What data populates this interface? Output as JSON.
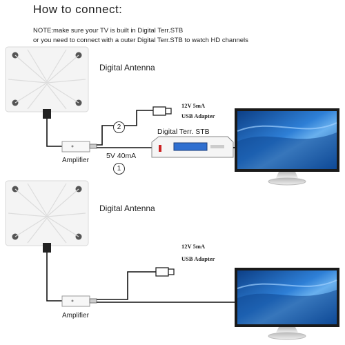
{
  "heading": "How to connect:",
  "notes": [
    "NOTE:make sure your TV is built in Digital Terr.STB",
    "or you need to connect with a outer Digital Terr.STB  to watch HD channels"
  ],
  "diagram1": {
    "antenna_label": "Digital Antenna",
    "usb_adapter_line1": "12V 5mA",
    "usb_adapter_line2": "USB Adapter",
    "amplifier_label": "Amplifier",
    "power_label": "5V 40mA",
    "stb_label": "Digital Terr. STB",
    "step_usb": "2",
    "step_power": "1"
  },
  "diagram2": {
    "antenna_label": "Digital Antenna",
    "usb_adapter_line1": "12V 5mA",
    "usb_adapter_line2": "USB Adapter",
    "amplifier_label": "Amplifier"
  },
  "colors": {
    "screen_blue": "#1a5fb0",
    "stb_display": "#2f6fd0",
    "cable": "#111111",
    "antenna_panel": "#f4f4f4"
  }
}
